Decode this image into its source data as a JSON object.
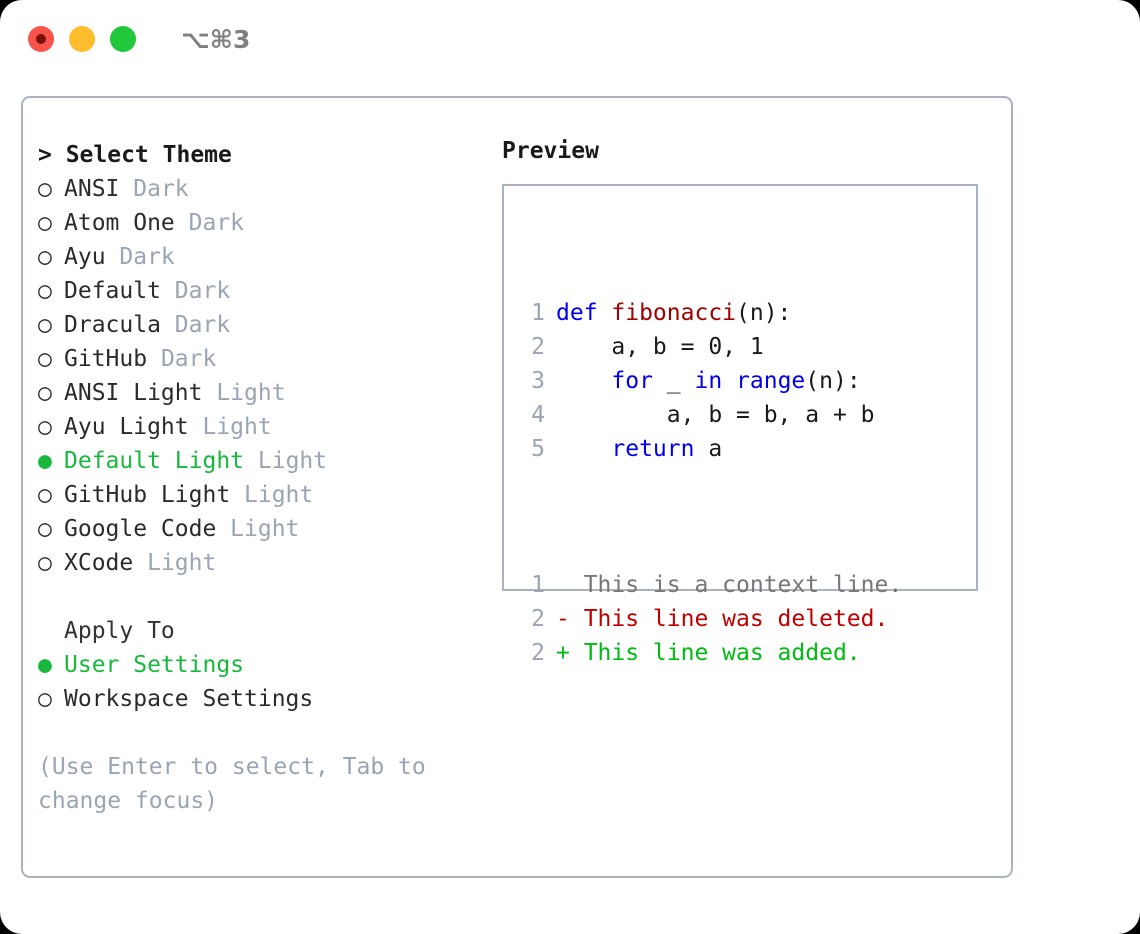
{
  "titlebar": {
    "dots": [
      {
        "name": "close-dot",
        "color": "#f9544b"
      },
      {
        "name": "minimize-dot",
        "color": "#ffbd2e"
      },
      {
        "name": "maximize-dot",
        "color": "#22c83c"
      }
    ],
    "shortcut": "⌥⌘3"
  },
  "left": {
    "section_title": "> Select Theme",
    "themes": [
      {
        "marker": "○",
        "label": "ANSI",
        "variant": "Dark",
        "selected": false
      },
      {
        "marker": "○",
        "label": "Atom One",
        "variant": "Dark",
        "selected": false
      },
      {
        "marker": "○",
        "label": "Ayu",
        "variant": "Dark",
        "selected": false
      },
      {
        "marker": "○",
        "label": "Default",
        "variant": "Dark",
        "selected": false
      },
      {
        "marker": "○",
        "label": "Dracula",
        "variant": "Dark",
        "selected": false
      },
      {
        "marker": "○",
        "label": "GitHub",
        "variant": "Dark",
        "selected": false
      },
      {
        "marker": "○",
        "label": "ANSI Light",
        "variant": "Light",
        "selected": false
      },
      {
        "marker": "○",
        "label": "Ayu Light",
        "variant": "Light",
        "selected": false
      },
      {
        "marker": "●",
        "label": "Default Light",
        "variant": "Light",
        "selected": true
      },
      {
        "marker": "○",
        "label": "GitHub Light",
        "variant": "Light",
        "selected": false
      },
      {
        "marker": "○",
        "label": "Google Code",
        "variant": "Light",
        "selected": false
      },
      {
        "marker": "○",
        "label": "XCode",
        "variant": "Light",
        "selected": false
      }
    ],
    "apply_to_title": "Apply To",
    "apply_to": [
      {
        "marker": "●",
        "label": "User Settings",
        "selected": true
      },
      {
        "marker": "○",
        "label": "Workspace Settings",
        "selected": false
      }
    ],
    "help": "(Use Enter to select, Tab to\nchange focus)"
  },
  "right": {
    "preview_title": "Preview",
    "code_lines": [
      {
        "num": "1",
        "tokens": [
          {
            "t": "def ",
            "c": "kw"
          },
          {
            "t": "fibonacci",
            "c": "fn"
          },
          {
            "t": "(n):",
            "c": "pln"
          }
        ]
      },
      {
        "num": "2",
        "tokens": [
          {
            "t": "    a, b = 0, 1",
            "c": "pln"
          }
        ]
      },
      {
        "num": "3",
        "tokens": [
          {
            "t": "    ",
            "c": "pln"
          },
          {
            "t": "for",
            "c": "kw"
          },
          {
            "t": " _ ",
            "c": "pln"
          },
          {
            "t": "in ",
            "c": "kw"
          },
          {
            "t": "range",
            "c": "kw"
          },
          {
            "t": "(n):",
            "c": "pln"
          }
        ]
      },
      {
        "num": "4",
        "tokens": [
          {
            "t": "        a, b = b, a + b",
            "c": "pln"
          }
        ]
      },
      {
        "num": "5",
        "tokens": [
          {
            "t": "    ",
            "c": "pln"
          },
          {
            "t": "return",
            "c": "kw"
          },
          {
            "t": " a",
            "c": "pln"
          }
        ]
      }
    ],
    "diff_lines": [
      {
        "num": "1",
        "sign": "  ",
        "text": "This is a context line.",
        "kind": "d-ctx"
      },
      {
        "num": "2",
        "sign": "- ",
        "text": "This line was deleted.",
        "kind": "d-del"
      },
      {
        "num": "2",
        "sign": "+ ",
        "text": "This line was added.",
        "kind": "d-add"
      }
    ]
  },
  "colors": {
    "accent_green": "#18b83c",
    "muted": "#9aa4b4",
    "border": "#aab2c0",
    "keyword_blue": "#0000ee",
    "function_red": "#a00000",
    "diff_added": "#00bb11",
    "diff_deleted": "#c00000"
  }
}
